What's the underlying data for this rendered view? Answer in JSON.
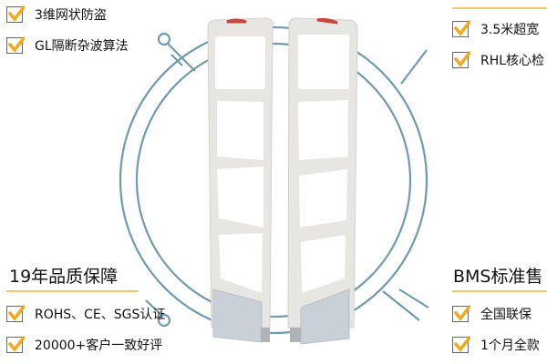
{
  "colors": {
    "accent": "#f6a81c",
    "ring": "#6f9bb0",
    "rule": "#f7c66b",
    "gate": "#e8e6e3",
    "gate_top": "#c8463c"
  },
  "product_image": {
    "subject": "anti-theft-gate"
  },
  "left": {
    "top_features": [
      "3维网状防盗",
      "GL隔断杂波算法"
    ],
    "heading": "19年品质保障",
    "bottom_features": [
      "ROHS、CE、SGS认证",
      "20000+客户一致好评"
    ]
  },
  "right": {
    "top_features": [
      "3.5米超宽",
      "RHL核心检"
    ],
    "heading": "BMS标准售",
    "bottom_features": [
      "全国联保",
      "1个月全款"
    ]
  }
}
